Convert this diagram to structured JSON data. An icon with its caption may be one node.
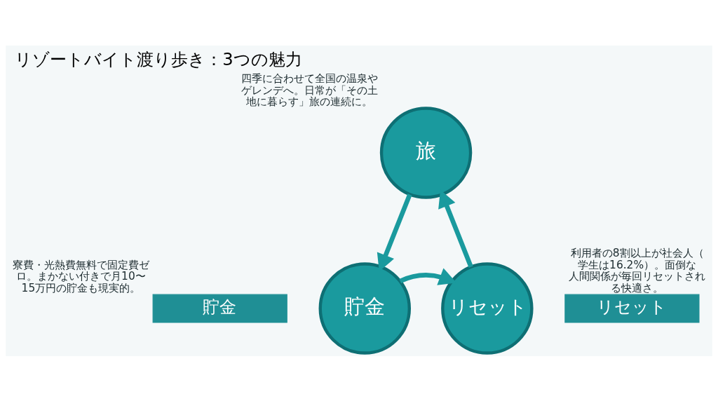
{
  "diagram": {
    "title": "リゾートバイト渡り歩き：3つの魅力",
    "nodes": [
      {
        "text": [
          "旅"
        ],
        "beside": [
          "四季に合わせて全国の温泉やゲレンデへ。日常が「その土地に暮らす」旅の連続に。"
        ]
      },
      {
        "text": [
          "貯金"
        ]
      },
      {
        "text": [
          "リセット"
        ]
      },
      {
        "text": [
          "貯金"
        ],
        "beside": [
          "寮費・光熱費無料で固定費ゼロ。まかない付きで月10〜15万円の貯金も現実的。"
        ]
      },
      {
        "text": [
          "リセット"
        ],
        "beside": [
          "利用者の8割以上が社会人（学生は16.2%）。面倒な人間関係が毎回リセットされる快適さ。"
        ]
      }
    ],
    "edges": [
      {
        "from": 0,
        "to": 1,
        "arrow": "to"
      },
      {
        "from": 1,
        "to": 2,
        "arrow": "to"
      },
      {
        "from": 2,
        "to": 0,
        "arrow": "to"
      }
    ]
  }
}
